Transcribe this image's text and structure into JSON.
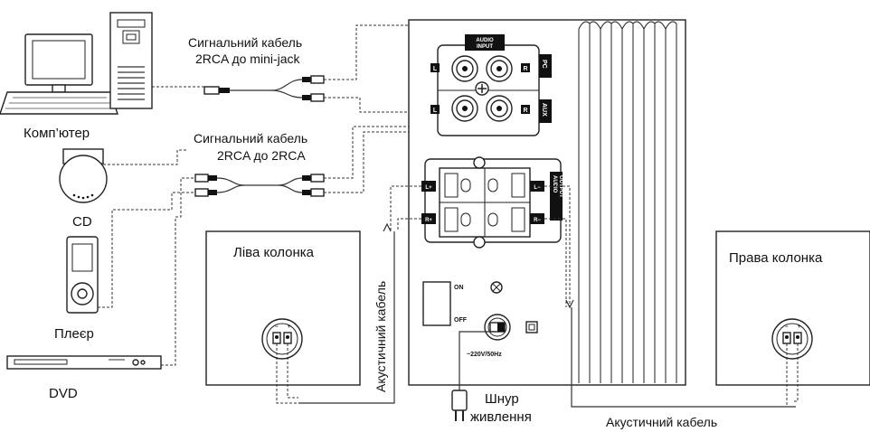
{
  "labels": {
    "signal_cable_1_line1": "Сигнальний кабель",
    "signal_cable_1_line2": "2RCA до mini-jack",
    "signal_cable_2_line1": "Сигнальний кабель",
    "signal_cable_2_line2": "2RCA до 2RCA",
    "computer": "Комп’ютер",
    "cd": "CD",
    "player": "Плеєр",
    "dvd": "DVD",
    "left_speaker": "Ліва колонка",
    "right_speaker": "Права колонка",
    "speaker_cable_vertical": "Акустичний кабель",
    "speaker_cable_bottom": "Акустичний кабель",
    "power_cord_line1": "Шнур",
    "power_cord_line2": "живлення"
  },
  "panel": {
    "audio_input_line1": "AUDIO",
    "audio_input_line2": "INPUT",
    "pc": "PC",
    "aux": "AUX",
    "audio_output_line1": "AUDIO",
    "audio_output_line2": "OUTPUT",
    "in_l": "L",
    "in_r": "R",
    "out_l_plus": "L+",
    "out_l_minus": "L−",
    "out_r_plus": "R+",
    "out_r_minus": "R−",
    "switch_on": "ON",
    "switch_off": "OFF",
    "voltage": "~220V/50Hz"
  },
  "speaker_terminal": {
    "minus": "−",
    "plus": "+"
  }
}
